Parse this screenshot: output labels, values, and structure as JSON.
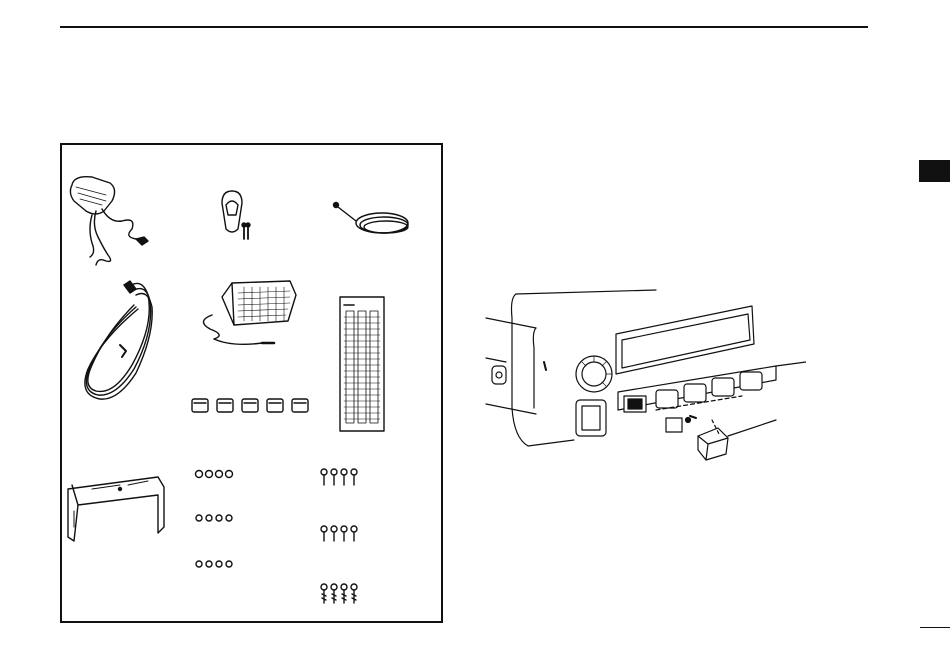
{
  "page": {
    "has_header_rule": true,
    "section_tab_color": "#111111"
  },
  "accessories": {
    "items": [
      {
        "id": "microphone",
        "icon": "microphone-icon"
      },
      {
        "id": "mic-hanger",
        "icon": "mic-hanger-icon"
      },
      {
        "id": "dc-fuse-cable",
        "icon": "cable-icon"
      },
      {
        "id": "dc-power-cable",
        "icon": "power-cable-icon"
      },
      {
        "id": "external-speaker",
        "icon": "speaker-icon"
      },
      {
        "id": "channel-label-sheet",
        "icon": "label-sheet-icon"
      },
      {
        "id": "key-caps",
        "icon": "key-cap-icon",
        "count": 5
      },
      {
        "id": "mounting-bracket",
        "icon": "bracket-icon"
      },
      {
        "id": "washers-a",
        "icon": "washer-icon",
        "count": 4
      },
      {
        "id": "washers-b",
        "icon": "washer-icon",
        "count": 4
      },
      {
        "id": "nuts",
        "icon": "nut-icon",
        "count": 4
      },
      {
        "id": "bolts-a",
        "icon": "bolt-icon",
        "count": 4
      },
      {
        "id": "bolts-b",
        "icon": "bolt-icon",
        "count": 4
      },
      {
        "id": "self-tapping-screws",
        "icon": "screw-icon",
        "count": 4
      }
    ]
  },
  "figure": {
    "subject": "radio-front-panel-key-cap-installation",
    "icon": "radio-front-panel-icon"
  }
}
